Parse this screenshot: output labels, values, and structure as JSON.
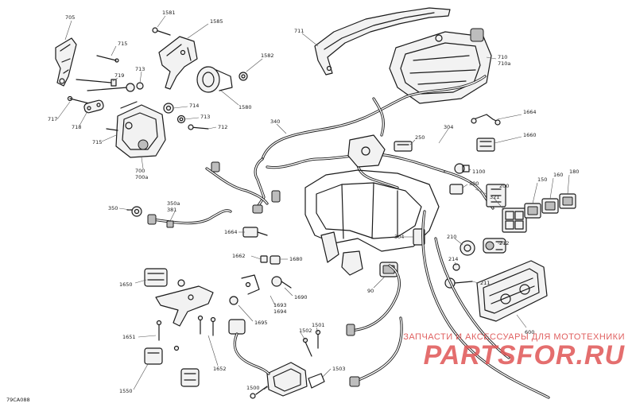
{
  "diagram": {
    "reference_code": "79CA088",
    "callouts": [
      {
        "id": "c705",
        "text": "705"
      },
      {
        "id": "c715a",
        "text": "715"
      },
      {
        "id": "c719",
        "text": "719"
      },
      {
        "id": "c713",
        "text": "713"
      },
      {
        "id": "c717",
        "text": "717"
      },
      {
        "id": "c718",
        "text": "718"
      },
      {
        "id": "c715b",
        "text": "715"
      },
      {
        "id": "c714",
        "text": "714"
      },
      {
        "id": "c713b",
        "text": "713"
      },
      {
        "id": "c712",
        "text": "712"
      },
      {
        "id": "c700",
        "text": "700"
      },
      {
        "id": "c700a",
        "text": "700a"
      },
      {
        "id": "c1581",
        "text": "1581"
      },
      {
        "id": "c1585",
        "text": "1585"
      },
      {
        "id": "c1582",
        "text": "1582"
      },
      {
        "id": "c1580",
        "text": "1580"
      },
      {
        "id": "c711",
        "text": "711"
      },
      {
        "id": "c710",
        "text": "710"
      },
      {
        "id": "c710a",
        "text": "710a"
      },
      {
        "id": "c340",
        "text": "340"
      },
      {
        "id": "c304a",
        "text": "304"
      },
      {
        "id": "c250",
        "text": "250"
      },
      {
        "id": "c1664a",
        "text": "1664"
      },
      {
        "id": "c1660",
        "text": "1660"
      },
      {
        "id": "c1100",
        "text": "1100"
      },
      {
        "id": "c300",
        "text": "300"
      },
      {
        "id": "c200",
        "text": "200"
      },
      {
        "id": "c150",
        "text": "150"
      },
      {
        "id": "c160",
        "text": "160"
      },
      {
        "id": "c180",
        "text": "180"
      },
      {
        "id": "c321",
        "text": "321"
      },
      {
        "id": "c350",
        "text": "350"
      },
      {
        "id": "c350a",
        "text": "350a"
      },
      {
        "id": "c381",
        "text": "381"
      },
      {
        "id": "c1664b",
        "text": "1664"
      },
      {
        "id": "c304b",
        "text": "304"
      },
      {
        "id": "c210",
        "text": "210"
      },
      {
        "id": "c212",
        "text": "212"
      },
      {
        "id": "c214",
        "text": "214"
      },
      {
        "id": "c211",
        "text": "211"
      },
      {
        "id": "c1662",
        "text": "1662"
      },
      {
        "id": "c1680",
        "text": "1680"
      },
      {
        "id": "c90",
        "text": "90"
      },
      {
        "id": "c1650",
        "text": "1650"
      },
      {
        "id": "c1693",
        "text": "1693"
      },
      {
        "id": "c1694",
        "text": "1694"
      },
      {
        "id": "c1690",
        "text": "1690"
      },
      {
        "id": "c1695",
        "text": "1695"
      },
      {
        "id": "c1651",
        "text": "1651"
      },
      {
        "id": "c1652",
        "text": "1652"
      },
      {
        "id": "c1502",
        "text": "1502"
      },
      {
        "id": "c1501",
        "text": "1501"
      },
      {
        "id": "c1550",
        "text": "1550"
      },
      {
        "id": "c1503",
        "text": "1503"
      },
      {
        "id": "c1500",
        "text": "1500"
      },
      {
        "id": "c600",
        "text": "600"
      }
    ]
  },
  "watermark": {
    "tagline": "ЗАПЧАСТИ И АКСЕССУАРЫ ДЛЯ МОТОТЕХНИКИ",
    "brand": "PARTSFOR.RU"
  }
}
